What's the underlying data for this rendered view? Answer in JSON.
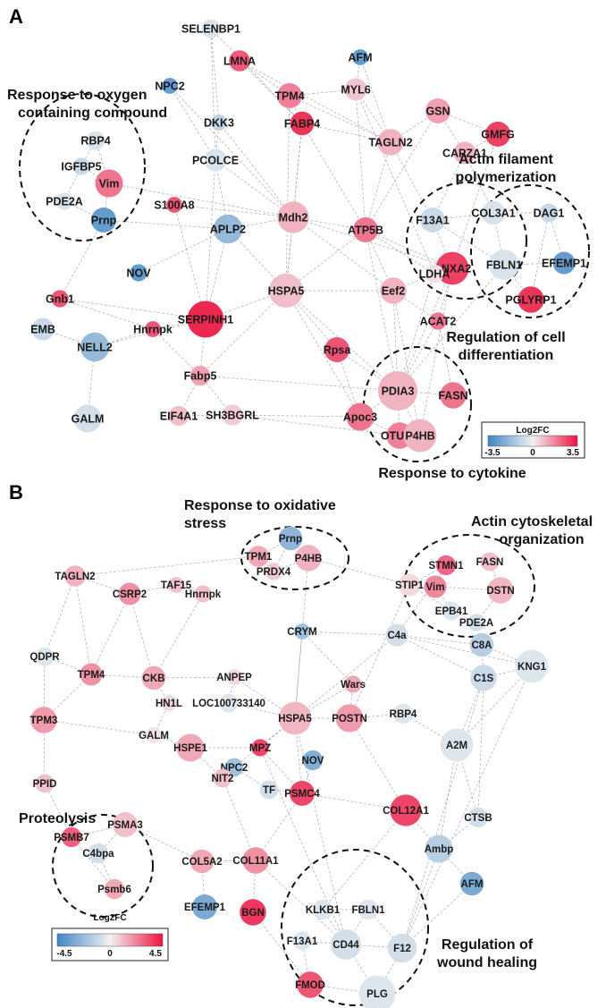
{
  "panels": [
    {
      "letter": "A",
      "legend": {
        "title": "Log2FC",
        "min": -3.5,
        "max": 3.5,
        "ticks": [
          "-3.5",
          "0",
          "3.5"
        ]
      },
      "annotations": [
        {
          "lines": [
            "Response to oxygen",
            "containing compound"
          ]
        },
        {
          "lines": [
            "Actin filament",
            "polymerization"
          ]
        },
        {
          "lines": [
            "Regulation of cell",
            "differentiation"
          ]
        },
        {
          "lines": [
            "Response to cytokine"
          ]
        }
      ],
      "nodes": [
        {
          "label": "SELENBP1",
          "log2fc": -0.5,
          "size": 0.3
        },
        {
          "label": "NPC2",
          "log2fc": -2.8,
          "size": 0.2
        },
        {
          "label": "LMNA",
          "log2fc": 2.4,
          "size": 0.4
        },
        {
          "label": "AFM",
          "log2fc": -2.8,
          "size": 0.2
        },
        {
          "label": "TPM4",
          "log2fc": 1.8,
          "size": 0.55
        },
        {
          "label": "MYL6",
          "log2fc": 0.7,
          "size": 0.45
        },
        {
          "label": "GSN",
          "log2fc": 1.3,
          "size": 0.55
        },
        {
          "label": "RBP4",
          "log2fc": -0.5,
          "size": 0.3
        },
        {
          "label": "DKK3",
          "log2fc": -1.0,
          "size": 0.2
        },
        {
          "label": "FABP4",
          "log2fc": 3.0,
          "size": 0.5
        },
        {
          "label": "TAGLN2",
          "log2fc": 1.0,
          "size": 0.6
        },
        {
          "label": "GMFG",
          "log2fc": 2.8,
          "size": 0.55
        },
        {
          "label": "IGFBP5",
          "log2fc": -0.8,
          "size": 0.25
        },
        {
          "label": "PCOLCE",
          "log2fc": -0.5,
          "size": 0.45
        },
        {
          "label": "CAPZA1",
          "log2fc": 1.0,
          "size": 0.45
        },
        {
          "label": "Vim",
          "log2fc": 2.0,
          "size": 0.65
        },
        {
          "label": "PDE2A",
          "log2fc": -0.5,
          "size": 0.25
        },
        {
          "label": "S100A8",
          "log2fc": 2.5,
          "size": 0.2
        },
        {
          "label": "Prnp",
          "log2fc": -2.8,
          "size": 0.55
        },
        {
          "label": "Mdh2",
          "log2fc": 1.0,
          "size": 0.8
        },
        {
          "label": "APLP2",
          "log2fc": -1.8,
          "size": 0.7
        },
        {
          "label": "ATP5B",
          "log2fc": 2.0,
          "size": 0.55
        },
        {
          "label": "F13A1",
          "log2fc": -0.8,
          "size": 0.55
        },
        {
          "label": "COL3A1",
          "log2fc": -0.5,
          "size": 0.5
        },
        {
          "label": "DAG1",
          "log2fc": -0.8,
          "size": 0.3
        },
        {
          "label": "NOV",
          "log2fc": -2.8,
          "size": 0.25
        },
        {
          "label": "ANXA2",
          "log2fc": 2.8,
          "size": 0.85
        },
        {
          "label": "FBLN1",
          "log2fc": -0.5,
          "size": 0.75
        },
        {
          "label": "EFEMP1",
          "log2fc": -2.8,
          "size": 0.45
        },
        {
          "label": "LDHA",
          "log2fc": 0.3,
          "size": 0.3
        },
        {
          "label": "Gnb1",
          "log2fc": 2.5,
          "size": 0.25
        },
        {
          "label": "HSPA5",
          "log2fc": 0.8,
          "size": 0.9
        },
        {
          "label": "Eef2",
          "log2fc": 1.0,
          "size": 0.6
        },
        {
          "label": "PGLYRP1",
          "log2fc": 3.0,
          "size": 0.6
        },
        {
          "label": "SERPINH1",
          "log2fc": 3.2,
          "size": 1.0
        },
        {
          "label": "ACAT2",
          "log2fc": 2.0,
          "size": 0.25
        },
        {
          "label": "EMB",
          "log2fc": -0.8,
          "size": 0.45
        },
        {
          "label": "Hnrnpk",
          "log2fc": 2.5,
          "size": 0.2
        },
        {
          "label": "NELL2",
          "log2fc": -1.8,
          "size": 0.7
        },
        {
          "label": "Rpsa",
          "log2fc": 2.5,
          "size": 0.55
        },
        {
          "label": "Fabp5",
          "log2fc": 1.3,
          "size": 0.35
        },
        {
          "label": "PDIA3",
          "log2fc": 1.0,
          "size": 1.1
        },
        {
          "label": "FASN",
          "log2fc": 2.0,
          "size": 0.6
        },
        {
          "label": "GALM",
          "log2fc": -0.6,
          "size": 0.65
        },
        {
          "label": "SH3BGRL",
          "log2fc": 0.6,
          "size": 0.4
        },
        {
          "label": "Apoc3",
          "log2fc": 2.0,
          "size": 0.65
        },
        {
          "label": "EIF4A1",
          "log2fc": 0.8,
          "size": 0.35
        },
        {
          "label": "OTUB1",
          "log2fc": 1.8,
          "size": 0.6
        },
        {
          "label": "P4HB",
          "log2fc": 1.0,
          "size": 0.85
        }
      ]
    },
    {
      "letter": "B",
      "legend": {
        "title": "Log2FC",
        "min": -4.5,
        "max": 4.5,
        "ticks": [
          "-4.5",
          "0",
          "4.5"
        ]
      },
      "annotations": [
        {
          "lines": [
            "Response to oxidative",
            "stress"
          ]
        },
        {
          "lines": [
            "Actin cytoskeletal",
            "organization"
          ]
        },
        {
          "lines": [
            "Proteolysis"
          ]
        },
        {
          "lines": [
            "Regulation of",
            "wound healing"
          ]
        }
      ],
      "nodes": [
        {
          "label": "Prnp",
          "log2fc": -2.5,
          "size": 0.5
        },
        {
          "label": "TPM1",
          "log2fc": 1.5,
          "size": 0.4
        },
        {
          "label": "P4HB",
          "log2fc": 1.3,
          "size": 0.6
        },
        {
          "label": "PRDX4",
          "log2fc": 0.8,
          "size": 0.25
        },
        {
          "label": "STMN1",
          "log2fc": 2.8,
          "size": 0.35
        },
        {
          "label": "FASN",
          "log2fc": 1.0,
          "size": 0.3
        },
        {
          "label": "Vim",
          "log2fc": 2.2,
          "size": 0.45
        },
        {
          "label": "STIP1",
          "log2fc": 0.5,
          "size": 0.45
        },
        {
          "label": "DSTN",
          "log2fc": 1.2,
          "size": 0.6
        },
        {
          "label": "EPB41",
          "log2fc": -0.5,
          "size": 0.3
        },
        {
          "label": "PDE2A",
          "log2fc": -0.8,
          "size": 0.25
        },
        {
          "label": "TAGLN2",
          "log2fc": 1.3,
          "size": 0.4
        },
        {
          "label": "TAF15",
          "log2fc": 1.0,
          "size": 0.2
        },
        {
          "label": "CSRP2",
          "log2fc": 2.0,
          "size": 0.45
        },
        {
          "label": "Hnrnpk",
          "log2fc": 1.0,
          "size": 0.25
        },
        {
          "label": "CRYM",
          "log2fc": -2.0,
          "size": 0.2
        },
        {
          "label": "C4a",
          "log2fc": -0.8,
          "size": 0.45
        },
        {
          "label": "C8A",
          "log2fc": -1.5,
          "size": 0.5
        },
        {
          "label": "KNG1",
          "log2fc": -0.5,
          "size": 0.85
        },
        {
          "label": "QDPR",
          "log2fc": -0.5,
          "size": 0.3
        },
        {
          "label": "TPM4",
          "log2fc": 2.0,
          "size": 0.45
        },
        {
          "label": "CKB",
          "log2fc": 1.5,
          "size": 0.5
        },
        {
          "label": "ANPEP",
          "log2fc": 0.5,
          "size": 0.2
        },
        {
          "label": "Wars",
          "log2fc": 1.5,
          "size": 0.25
        },
        {
          "label": "C1S",
          "log2fc": -1.0,
          "size": 0.6
        },
        {
          "label": "HN1L",
          "log2fc": 0.5,
          "size": 0.2
        },
        {
          "label": "LOC100733140",
          "log2fc": -0.5,
          "size": 0.3
        },
        {
          "label": "HSPA5",
          "log2fc": 1.2,
          "size": 0.85
        },
        {
          "label": "POSTN",
          "log2fc": 1.8,
          "size": 0.65
        },
        {
          "label": "RBP4",
          "log2fc": -0.5,
          "size": 0.35
        },
        {
          "label": "TPM3",
          "log2fc": 1.8,
          "size": 0.6
        },
        {
          "label": "GALM",
          "log2fc": 0.3,
          "size": 0.2
        },
        {
          "label": "HSPE1",
          "log2fc": 1.5,
          "size": 0.65
        },
        {
          "label": "MPZ",
          "log2fc": 3.5,
          "size": 0.25
        },
        {
          "label": "A2M",
          "log2fc": -0.5,
          "size": 0.85
        },
        {
          "label": "PPID",
          "log2fc": 1.0,
          "size": 0.3
        },
        {
          "label": "NPC2",
          "log2fc": -2.0,
          "size": 0.3
        },
        {
          "label": "NOV",
          "log2fc": -2.8,
          "size": 0.35
        },
        {
          "label": "NIT2",
          "log2fc": 1.0,
          "size": 0.3
        },
        {
          "label": "TF",
          "log2fc": -0.8,
          "size": 0.3
        },
        {
          "label": "PSMC4",
          "log2fc": 3.5,
          "size": 0.55
        },
        {
          "label": "COL12A1",
          "log2fc": 3.5,
          "size": 0.8
        },
        {
          "label": "CTSB",
          "log2fc": -0.8,
          "size": 0.35
        },
        {
          "label": "PSMA3",
          "log2fc": 1.0,
          "size": 0.55
        },
        {
          "label": "PSMB7",
          "log2fc": 3.0,
          "size": 0.35
        },
        {
          "label": "C4bpa",
          "log2fc": -0.8,
          "size": 0.35
        },
        {
          "label": "Psmb6",
          "log2fc": 1.5,
          "size": 0.35
        },
        {
          "label": "COL5A2",
          "log2fc": 1.5,
          "size": 0.5
        },
        {
          "label": "COL11A1",
          "log2fc": 2.0,
          "size": 0.6
        },
        {
          "label": "Ambp",
          "log2fc": -1.5,
          "size": 0.65
        },
        {
          "label": "AFM",
          "log2fc": -3.0,
          "size": 0.5
        },
        {
          "label": "EFEMP1",
          "log2fc": -3.0,
          "size": 0.55
        },
        {
          "label": "BGN",
          "log2fc": 3.8,
          "size": 0.6
        },
        {
          "label": "KLKB1",
          "log2fc": -0.5,
          "size": 0.35
        },
        {
          "label": "FBLN1",
          "log2fc": -0.5,
          "size": 0.35
        },
        {
          "label": "F13A1",
          "log2fc": -0.5,
          "size": 0.3
        },
        {
          "label": "CD44",
          "log2fc": -0.8,
          "size": 0.75
        },
        {
          "label": "F12",
          "log2fc": -0.8,
          "size": 0.7
        },
        {
          "label": "FMOD",
          "log2fc": 3.2,
          "size": 0.6
        },
        {
          "label": "PLG",
          "log2fc": -0.5,
          "size": 1.0
        }
      ]
    }
  ]
}
